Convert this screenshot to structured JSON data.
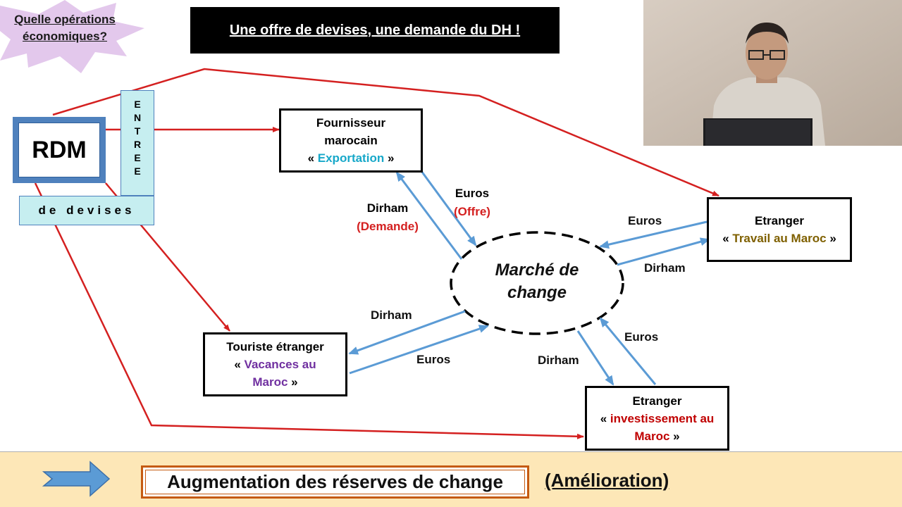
{
  "header": {
    "question": "Quelle opérations économiques?",
    "title": "Une offre de devises, une demande du DH !"
  },
  "rdm": {
    "label": "RDM",
    "entree_letters": [
      "E",
      "N",
      "T",
      "R",
      "E",
      "E"
    ],
    "devises_label": "de devises"
  },
  "nodes": {
    "fournisseur": {
      "line1": "Fournisseur",
      "line2": "marocain",
      "open": "« ",
      "highlight": "Exportation",
      "close": " »"
    },
    "etranger_travail": {
      "line1": "Etranger",
      "open": "« ",
      "highlight": "Travail au Maroc",
      "close": " »"
    },
    "touriste": {
      "line1": "Touriste étranger",
      "open": "« ",
      "highlight1": "Vacances au",
      "highlight2": "Maroc",
      "close": " »"
    },
    "etranger_invest": {
      "line1": "Etranger",
      "open": "« ",
      "highlight1": "investissement au",
      "highlight2": "Maroc",
      "close": " »"
    }
  },
  "market": {
    "line1": "Marché de",
    "line2": "change"
  },
  "flow_labels": {
    "euros_offre": "Euros",
    "offre": "(Offre)",
    "dirham_demande": "Dirham",
    "demande": "(Demande)",
    "euros_travail": "Euros",
    "dirham_travail": "Dirham",
    "dirham_touriste": "Dirham",
    "euros_touriste": "Euros",
    "euros_invest": "Euros",
    "dirham_invest": "Dirham"
  },
  "footer": {
    "result": "Augmentation des réserves de change",
    "note": "(Amélioration)"
  },
  "colors": {
    "red_arrow": "#d42020",
    "blue_arrow": "#5b9bd5",
    "burst": "#e3c8ec",
    "footer_bg": "#fde7b7",
    "result_border": "#c55a11"
  },
  "icons": {
    "right_arrow": "right-arrow-icon",
    "webcam": "presenter-video"
  }
}
